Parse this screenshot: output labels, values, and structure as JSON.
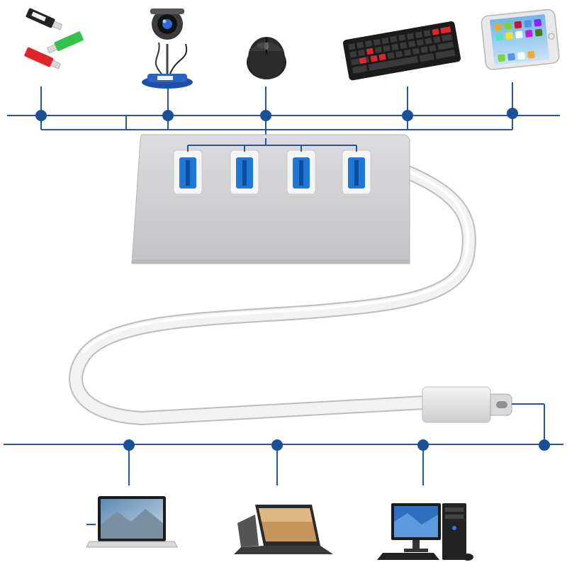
{
  "scene": {
    "subject": "usb-c-hub-connectivity-diagram",
    "colors": {
      "background": "#ffffff",
      "line": "#24579e",
      "node": "#1c4f96",
      "hub_body": "#cfd0d2",
      "port_blue": "#1f77d6",
      "cable": "#ececec"
    }
  },
  "top_devices": [
    {
      "icon": "usb-flash-drives-icon"
    },
    {
      "icon": "webcam-icon"
    },
    {
      "icon": "mouse-icon"
    },
    {
      "icon": "keyboard-icon"
    },
    {
      "icon": "smartphone-icon"
    }
  ],
  "bottom_devices": [
    {
      "icon": "macbook-laptop-icon"
    },
    {
      "icon": "notebook-laptop-icon"
    },
    {
      "icon": "desktop-pc-icon"
    }
  ],
  "hub": {
    "port_count": 4,
    "port_type": "USB 3.0",
    "connector": "USB Type-C"
  }
}
